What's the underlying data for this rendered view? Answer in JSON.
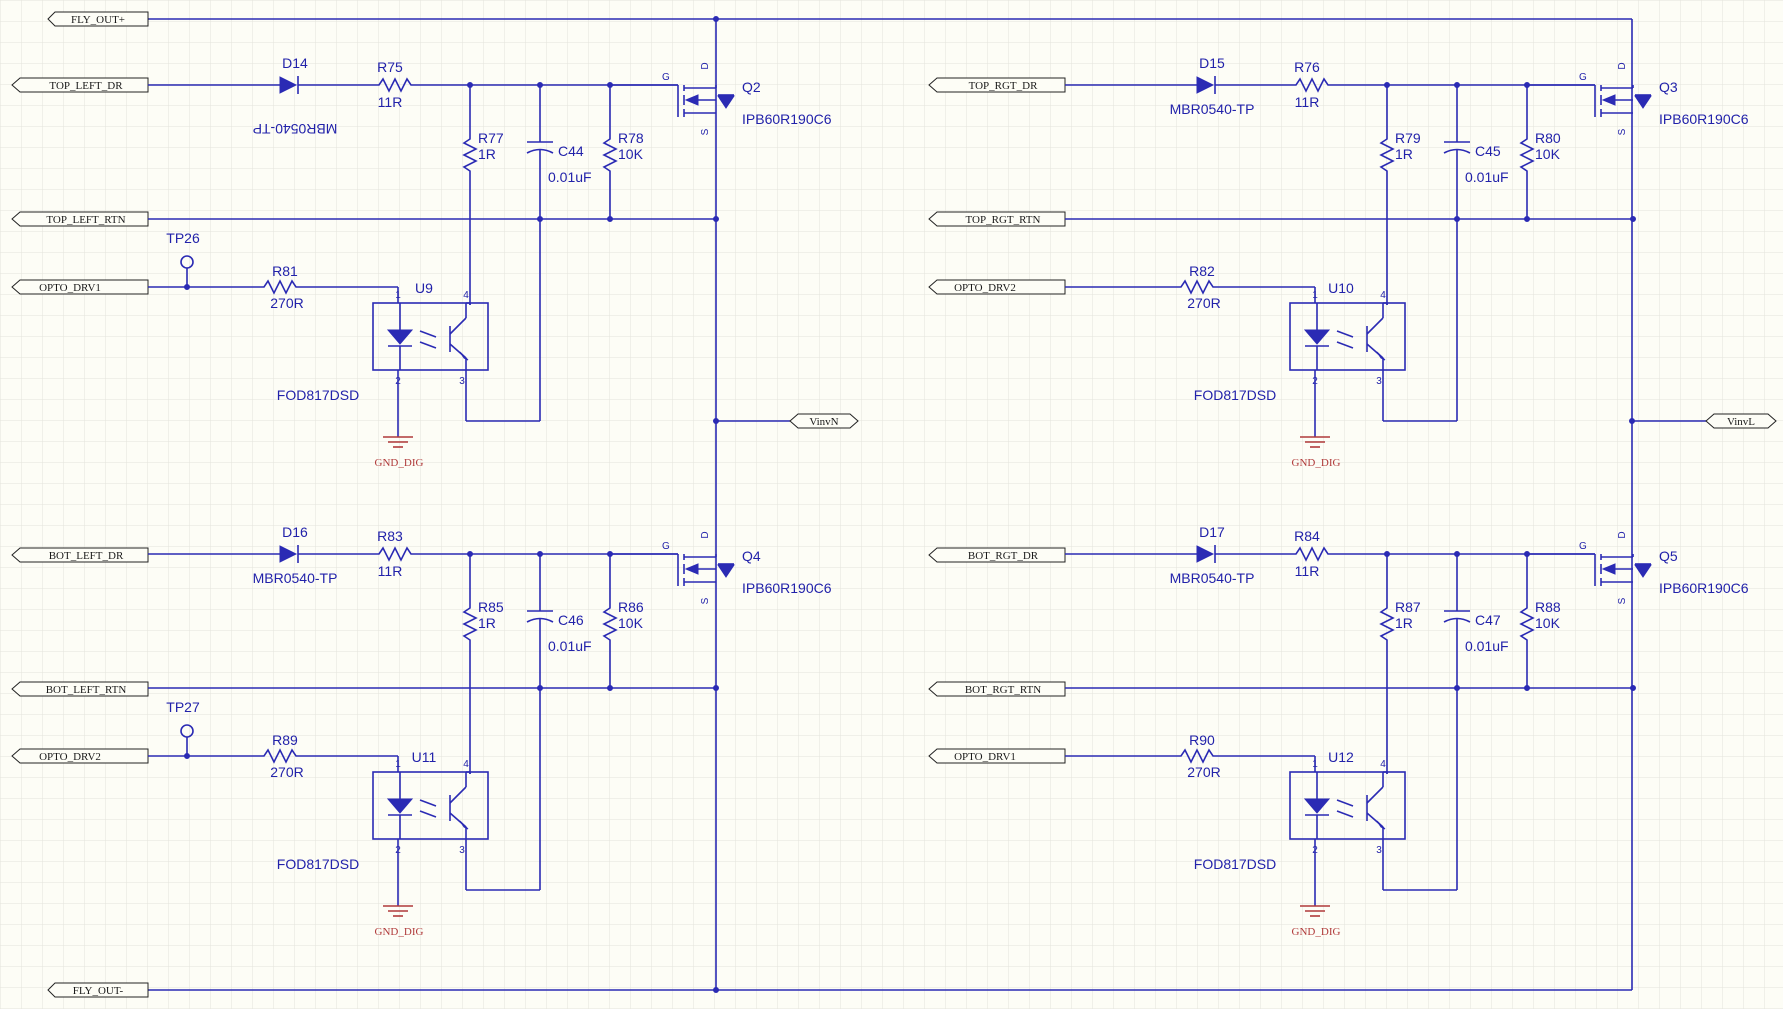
{
  "ports": {
    "fly_out_pos": "FLY_OUT+",
    "fly_out_neg": "FLY_OUT-",
    "top_left_dr": "TOP_LEFT_DR",
    "top_left_rtn": "TOP_LEFT_RTN",
    "opto_drv1_a": "OPTO_DRV1",
    "top_rgt_dr": "TOP_RGT_DR",
    "top_rgt_rtn": "TOP_RGT_RTN",
    "opto_drv2_a": "OPTO_DRV2",
    "bot_left_dr": "BOT_LEFT_DR",
    "bot_left_rtn": "BOT_LEFT_RTN",
    "opto_drv2_b": "OPTO_DRV2",
    "bot_rgt_dr": "BOT_RGT_DR",
    "bot_rgt_rtn": "BOT_RGT_RTN",
    "opto_drv1_b": "OPTO_DRV1",
    "vinv_n": "VinvN",
    "vinv_l": "VinvL"
  },
  "quadrants": [
    {
      "diode": "D14",
      "diode_part": "MBR0540-TP",
      "res_series": "R75",
      "res_series_val": "11R",
      "res_gate": "R77",
      "res_gate_val": "1R",
      "cap": "C44",
      "cap_val": "0.01uF",
      "res_pull": "R78",
      "res_pull_val": "10K",
      "fet": "Q2",
      "fet_part": "IPB60R190C6",
      "tp": "TP26",
      "res_opto": "R81",
      "res_opto_val": "270R",
      "opto": "U9",
      "opto_part": "FOD817DSD",
      "gnd": "GND_DIG"
    },
    {
      "diode": "D15",
      "diode_part": "MBR0540-TP",
      "res_series": "R76",
      "res_series_val": "11R",
      "res_gate": "R79",
      "res_gate_val": "1R",
      "cap": "C45",
      "cap_val": "0.01uF",
      "res_pull": "R80",
      "res_pull_val": "10K",
      "fet": "Q3",
      "fet_part": "IPB60R190C6",
      "tp": "",
      "res_opto": "R82",
      "res_opto_val": "270R",
      "opto": "U10",
      "opto_part": "FOD817DSD",
      "gnd": "GND_DIG"
    },
    {
      "diode": "D16",
      "diode_part": "MBR0540-TP",
      "res_series": "R83",
      "res_series_val": "11R",
      "res_gate": "R85",
      "res_gate_val": "1R",
      "cap": "C46",
      "cap_val": "0.01uF",
      "res_pull": "R86",
      "res_pull_val": "10K",
      "fet": "Q4",
      "fet_part": "IPB60R190C6",
      "tp": "TP27",
      "res_opto": "R89",
      "res_opto_val": "270R",
      "opto": "U11",
      "opto_part": "FOD817DSD",
      "gnd": "GND_DIG"
    },
    {
      "diode": "D17",
      "diode_part": "MBR0540-TP",
      "res_series": "R84",
      "res_series_val": "11R",
      "res_gate": "R87",
      "res_gate_val": "1R",
      "cap": "C47",
      "cap_val": "0.01uF",
      "res_pull": "R88",
      "res_pull_val": "10K",
      "fet": "Q5",
      "fet_part": "IPB60R190C6",
      "tp": "",
      "res_opto": "R90",
      "res_opto_val": "270R",
      "opto": "U12",
      "opto_part": "FOD817DSD",
      "gnd": "GND_DIG"
    }
  ],
  "pin_labels": {
    "gate": "G",
    "drain": "D",
    "source": "S",
    "pin1": "1",
    "pin2": "2",
    "pin3": "3",
    "pin4": "4"
  },
  "colors": {
    "background": "#fdfdf6",
    "grid": "#e4e4dc",
    "wire": "#2b2bb4",
    "ground": "#b03a3a",
    "label": "#2222aa"
  }
}
